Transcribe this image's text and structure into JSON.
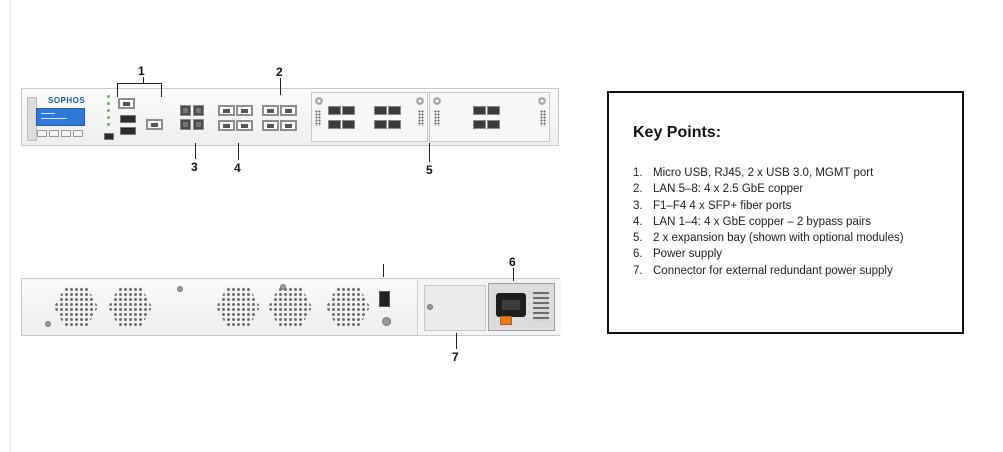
{
  "front_panel": {
    "brand": "SOPHOS"
  },
  "callouts": [
    "1",
    "2",
    "3",
    "4",
    "5",
    "6",
    "7"
  ],
  "key_points": {
    "title": "Key Points:",
    "items": [
      {
        "n": "1.",
        "text": "Micro USB, RJ45, 2 x USB 3.0, MGMT port"
      },
      {
        "n": "2.",
        "text": "LAN 5–8: 4 x 2.5 GbE copper"
      },
      {
        "n": "3.",
        "text": "F1–F4 4 x SFP+ fiber ports"
      },
      {
        "n": "4.",
        "text": "LAN 1–4: 4 x GbE copper – 2 bypass pairs"
      },
      {
        "n": "5.",
        "text": "2 x expansion bay (shown with optional modules)"
      },
      {
        "n": "6.",
        "text": "Power supply"
      },
      {
        "n": "7.",
        "text": "Connector for external redundant power supply"
      }
    ]
  },
  "colors": {
    "lcd": "#2f78d8",
    "logo": "#1f5ca8",
    "psu_lever": "#e97c1a",
    "border": "#111111"
  }
}
